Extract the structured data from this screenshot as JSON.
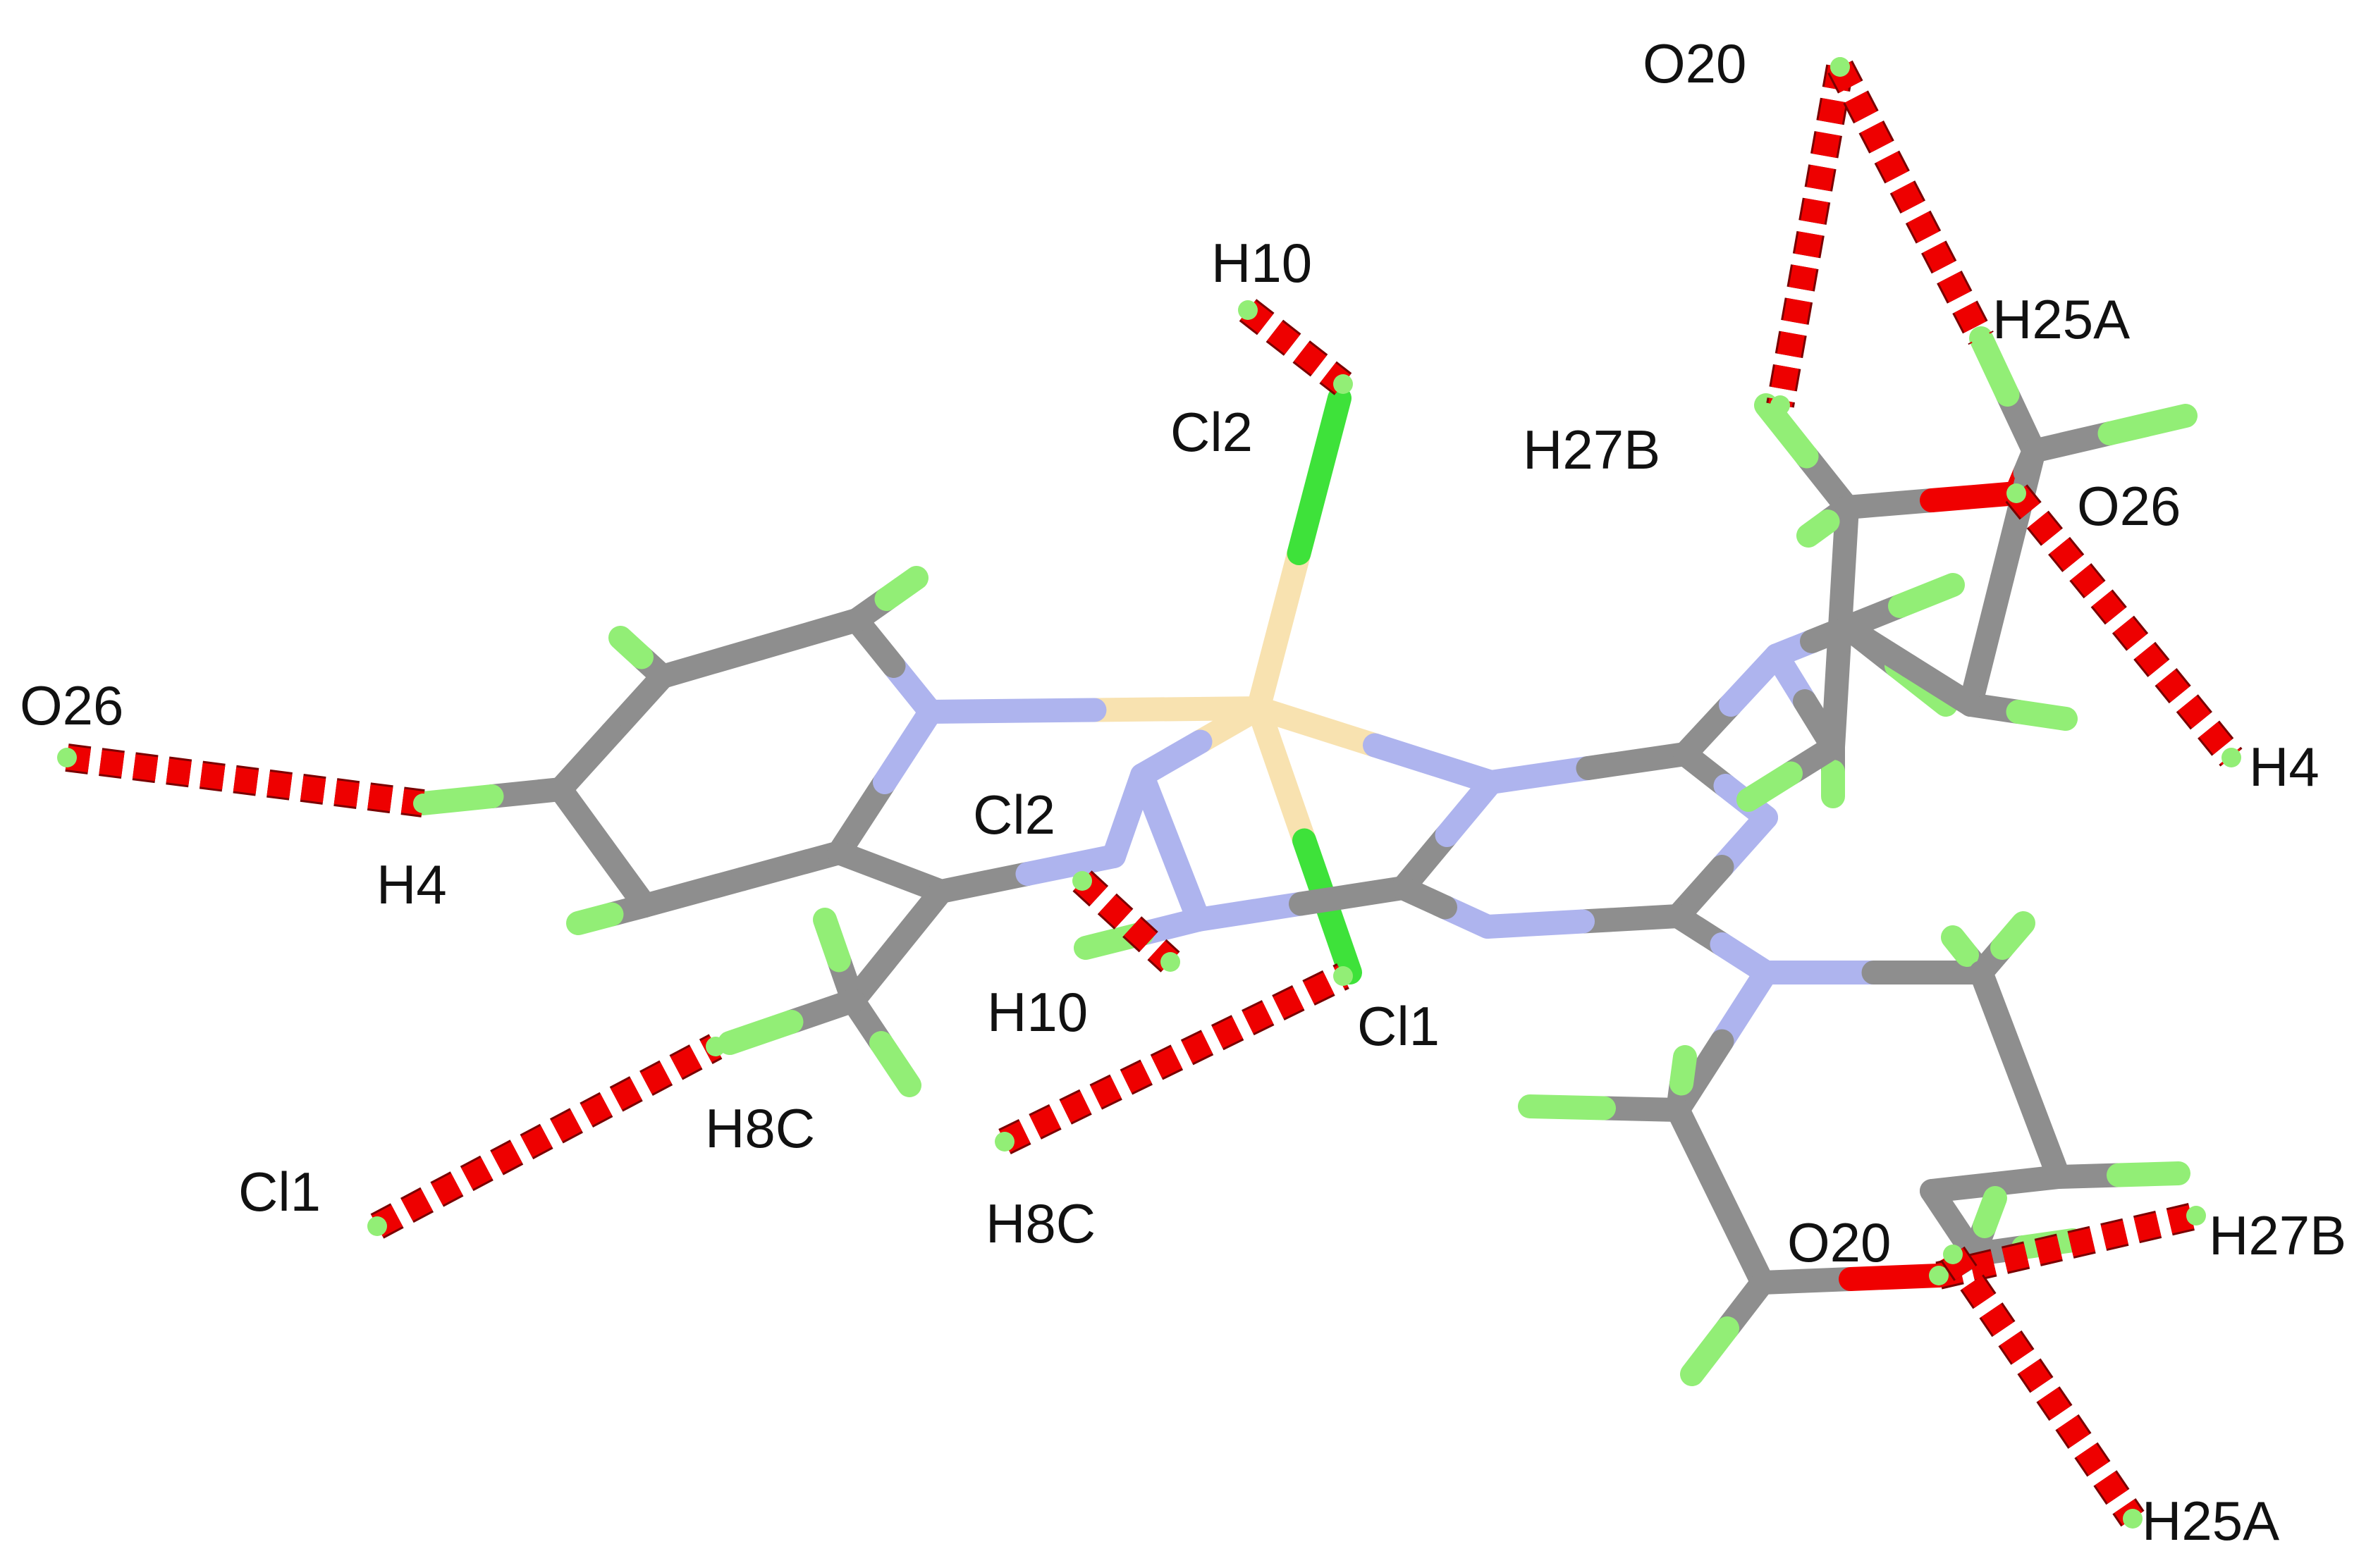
{
  "colors": {
    "carbon": "#8e8e8e",
    "nitrogen": "#aeb4ee",
    "hydrogen": "#92ee76",
    "chlorine": "#3ee23a",
    "metal": "#f8e2b0",
    "oxygen": "#f00000",
    "contact": "#ee0000",
    "label": "#111111"
  },
  "labels": {
    "o20_top": "O20",
    "h10_top": "H10",
    "h25a_top": "H25A",
    "cl2_top": "Cl2",
    "h27b_mid": "H27B",
    "o26_right": "O26",
    "o26_left": "O26",
    "h4_right": "H4",
    "cl2_mid": "Cl2",
    "h4_left": "H4",
    "h10_mid": "H10",
    "cl1_mid": "Cl1",
    "h8c_mid": "H8C",
    "cl1_left": "Cl1",
    "h8c_low": "H8C",
    "o20_low": "O20",
    "h27b_right": "H27B",
    "h25a_bottom": "H25A"
  }
}
